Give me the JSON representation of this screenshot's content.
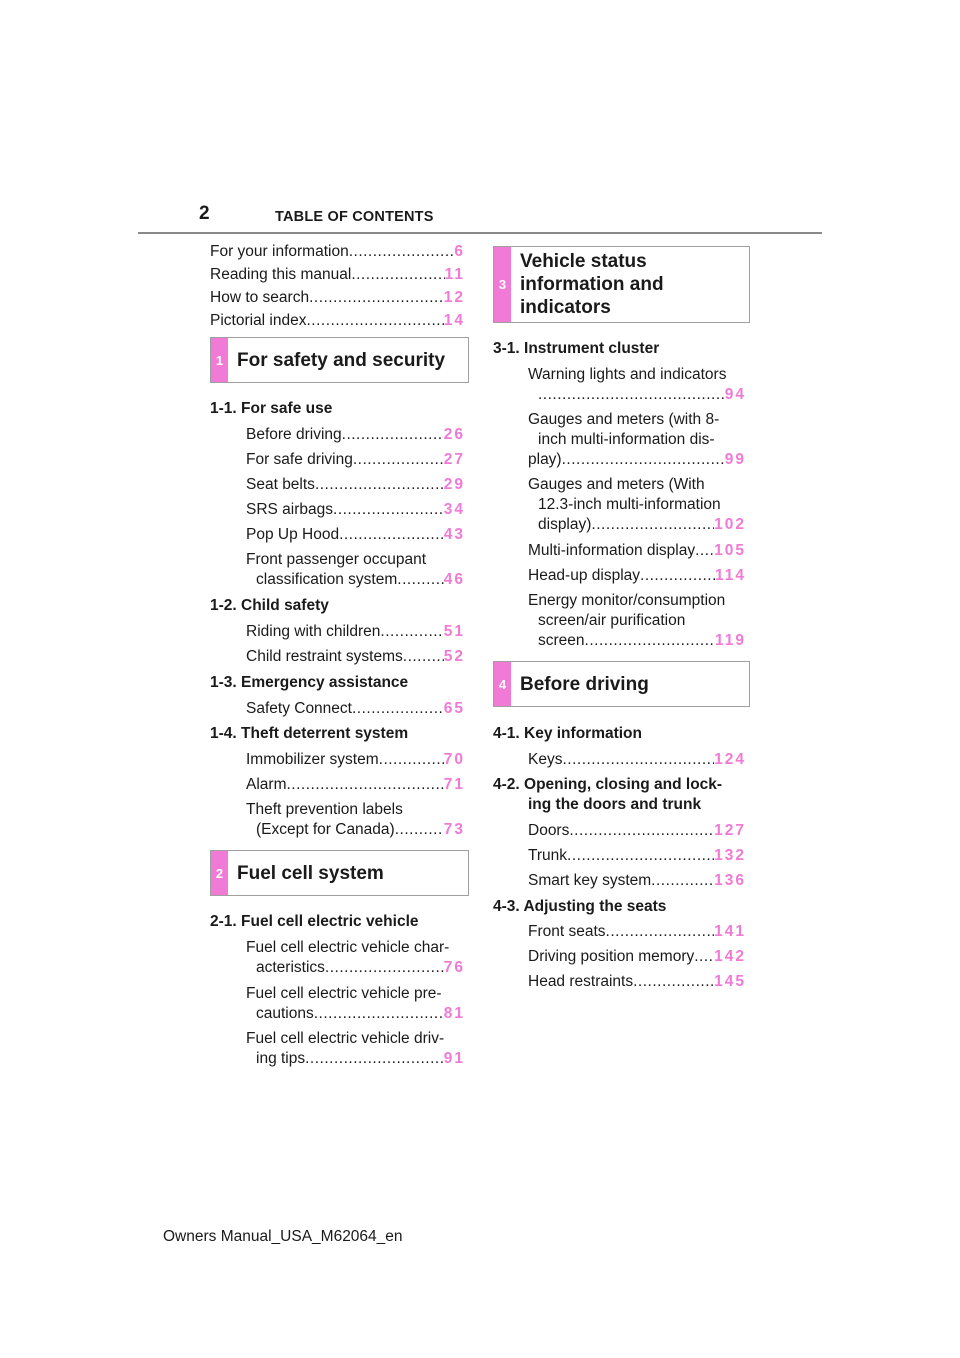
{
  "header": {
    "page_number": "2",
    "title": "TABLE OF CONTENTS"
  },
  "intro": [
    {
      "text": "For your information",
      "page": "6"
    },
    {
      "text": "Reading this manual",
      "page": "11"
    },
    {
      "text": "How to search",
      "page": "12"
    },
    {
      "text": "Pictorial index",
      "page": "14"
    }
  ],
  "sections": {
    "s1": {
      "num": "1",
      "title": "For safety and security"
    },
    "s2": {
      "num": "2",
      "title": "Fuel cell system"
    },
    "s3": {
      "num": "3",
      "title_lines": [
        "Vehicle status",
        "information and",
        "indicators"
      ]
    },
    "s4": {
      "num": "4",
      "title": "Before driving"
    }
  },
  "sub": {
    "1_1": "1-1.  For safe use",
    "1_2": "1-2.  Child safety",
    "1_3": "1-3.  Emergency assistance",
    "1_4": "1-4.  Theft deterrent system",
    "2_1": "2-1.  Fuel cell electric vehicle",
    "3_1": "3-1.  Instrument cluster",
    "4_1": "4-1.  Key information",
    "4_2_a": "4-2.  Opening, closing and lock-",
    "4_2_b": "ing the doors and trunk",
    "4_3": "4-3.  Adjusting the seats"
  },
  "items": {
    "before_driving": {
      "text": "Before driving",
      "page": "26"
    },
    "for_safe_driving": {
      "text": "For safe driving",
      "page": "27"
    },
    "seat_belts": {
      "text": "Seat belts",
      "page": "29"
    },
    "srs_airbags": {
      "text": "SRS airbags",
      "page": "34"
    },
    "pop_up_hood": {
      "text": "Pop Up Hood",
      "page": "43"
    },
    "passenger_occupant": {
      "l1": "Front passenger occupant",
      "l2": "classification system",
      "page": "46"
    },
    "riding_children": {
      "text": "Riding with children",
      "page": "51"
    },
    "child_restraint": {
      "text": "Child restraint systems",
      "page": "52"
    },
    "safety_connect": {
      "text": "Safety Connect",
      "page": "65"
    },
    "immobilizer": {
      "text": "Immobilizer system",
      "page": "70"
    },
    "alarm": {
      "text": "Alarm",
      "page": "71"
    },
    "theft_labels": {
      "l1": "Theft prevention labels",
      "l2": "(Except for Canada)",
      "page": "73"
    },
    "fcev_char": {
      "l1": "Fuel cell electric vehicle char-",
      "l2": "acteristics",
      "page": "76"
    },
    "fcev_pre": {
      "l1": "Fuel cell electric vehicle pre-",
      "l2": "cautions",
      "page": "81"
    },
    "fcev_tips": {
      "l1": "Fuel cell electric vehicle driv-",
      "l2": "ing tips",
      "page": "91"
    },
    "warning_lights": {
      "l1": "Warning lights and indicators",
      "page": "94"
    },
    "gauges_8": {
      "l1": "Gauges and meters (with 8-",
      "l2": "inch multi-information dis-",
      "l3": "play)",
      "page": "99"
    },
    "gauges_12": {
      "l1": "Gauges and meters (With",
      "l2": "12.3-inch multi-information",
      "l3": "display)",
      "page": "102"
    },
    "multi_info": {
      "text": "Multi-information display",
      "page": "105"
    },
    "head_up": {
      "text": "Head-up display",
      "page": "114"
    },
    "energy_monitor": {
      "l1": "Energy monitor/consumption",
      "l2": "screen/air purification",
      "l3": "screen",
      "page": "119"
    },
    "keys": {
      "text": "Keys",
      "page": "124"
    },
    "doors": {
      "text": "Doors",
      "page": "127"
    },
    "trunk": {
      "text": "Trunk",
      "page": "132"
    },
    "smart_key": {
      "text": "Smart key system",
      "page": "136"
    },
    "front_seats": {
      "text": "Front seats",
      "page": "141"
    },
    "driving_memory": {
      "text": "Driving position memory",
      "page": "142"
    },
    "head_restraints": {
      "text": "Head restraints",
      "page": "145"
    }
  },
  "footer": {
    "text": "Owners Manual_USA_M62064_en"
  },
  "colors": {
    "accent": "#f07ad6",
    "rule": "#8a8a8a"
  }
}
